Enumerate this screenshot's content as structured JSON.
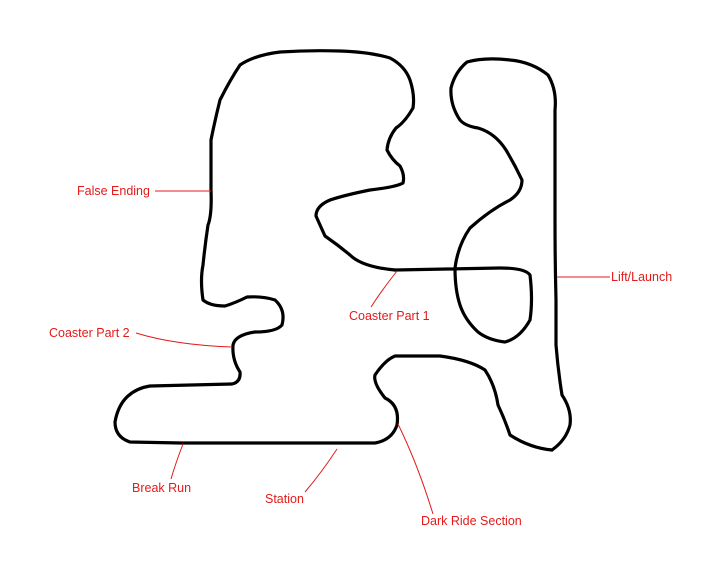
{
  "diagram": {
    "colors": {
      "track": "#000000",
      "annotation": "#e31b1b",
      "background": "#ffffff"
    },
    "labels": {
      "false_ending": "False Ending",
      "coaster_part_2": "Coaster Part 2",
      "coaster_part_1": "Coaster Part 1",
      "lift_launch": "Lift/Launch",
      "break_run": "Break Run",
      "station": "Station",
      "dark_ride_section": "Dark Ride Section"
    }
  }
}
